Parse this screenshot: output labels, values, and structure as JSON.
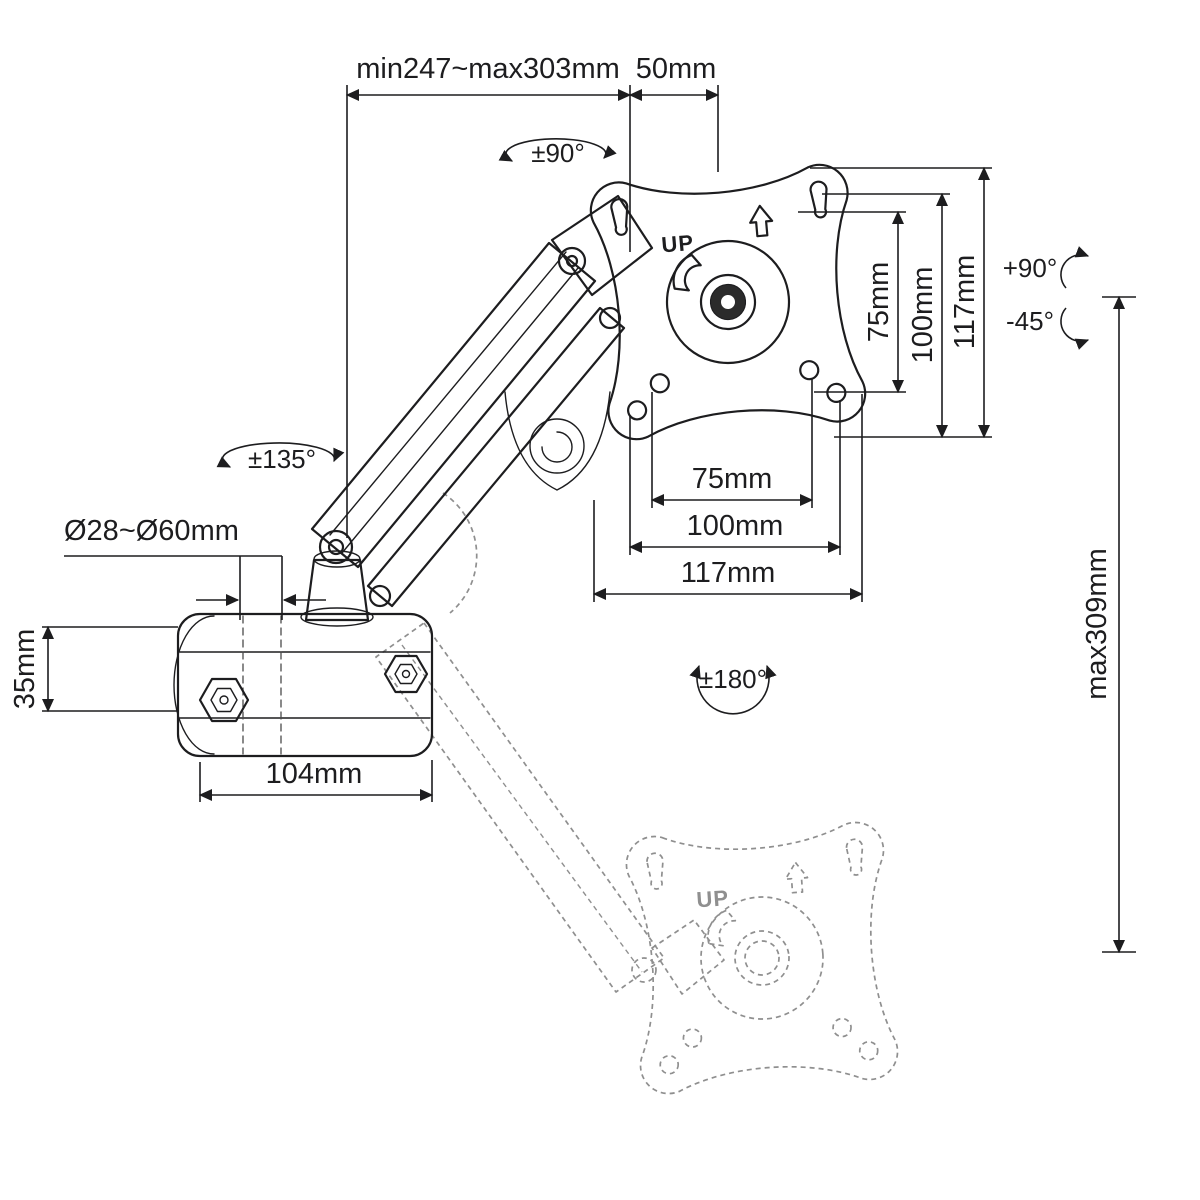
{
  "colors": {
    "line": "#1d1d1f",
    "ghost": "#8f8f8f",
    "background": "#ffffff"
  },
  "dimensions": {
    "arm_extension": "min247~max303mm",
    "plate_offset": "50mm",
    "vesa_v_75": "75mm",
    "vesa_v_100": "100mm",
    "plate_v_117": "117mm",
    "vesa_h_75": "75mm",
    "vesa_h_100": "100mm",
    "plate_h_117": "117mm",
    "pole_diameter": "Ø28~Ø60mm",
    "clamp_height": "35mm",
    "clamp_length": "104mm",
    "max_height": "max309mm"
  },
  "angles": {
    "plate_pivot": "±90°",
    "arm_swivel": "±135°",
    "tilt_up": "+90°",
    "tilt_down": "-45°",
    "plate_rotation": "±180°"
  },
  "plate": {
    "up": "UP"
  },
  "ghost_plate": {
    "up": "UP"
  }
}
